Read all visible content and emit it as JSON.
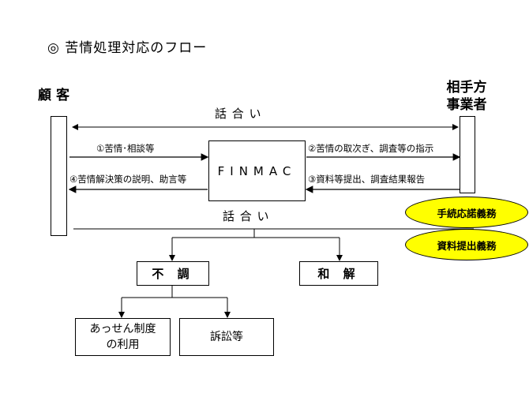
{
  "title": "◎ 苦情処理対応のフロー",
  "customer": "顧 客",
  "business": [
    "相手方",
    "事業者"
  ],
  "talk_top": "話 合 い",
  "talk_bottom": "話 合 い",
  "center": "FINMAC",
  "arrows": {
    "a1": "①苦情･相談等",
    "a2": "②苦情の取次ぎ、調査等の指示",
    "a3": "③資料等提出、調査結果報告",
    "a4": "④苦情解決策の説明、助言等"
  },
  "obligations": [
    "手続応諾義務",
    "資料提出義務"
  ],
  "results": {
    "fuchou": "不 調",
    "wakai": "和 解"
  },
  "outcomes": {
    "assen": [
      "あっせん制度",
      "の利用"
    ],
    "sosho": "訴訟等"
  },
  "colors": {
    "oval_fill": "#ffff00",
    "line": "#000000"
  }
}
